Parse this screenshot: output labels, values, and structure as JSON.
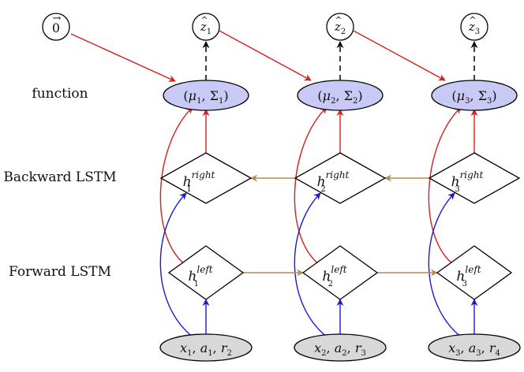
{
  "row_labels": {
    "function": "function",
    "backward": "Backward LSTM",
    "forward": "Forward LSTM"
  },
  "zero_vector": {
    "symbol": "0",
    "accent": "→"
  },
  "steps": [
    {
      "z_base": "z",
      "z_sub": "1",
      "mu_base": "μ",
      "mu_sub": "1",
      "sigma_base": "Σ",
      "sigma_sub": "1",
      "h_base": "h",
      "right_sup": "right",
      "right_sub": "1",
      "left_sup": "left",
      "left_sub": "1",
      "input_terms": [
        {
          "base": "x",
          "sub": "1"
        },
        {
          "base": "a",
          "sub": "1"
        },
        {
          "base": "r",
          "sub": "2"
        }
      ]
    },
    {
      "z_base": "z",
      "z_sub": "2",
      "mu_base": "μ",
      "mu_sub": "2",
      "sigma_base": "Σ",
      "sigma_sub": "2",
      "h_base": "h",
      "right_sup": "right",
      "right_sub": "2",
      "left_sup": "left",
      "left_sub": "2",
      "input_terms": [
        {
          "base": "x",
          "sub": "2"
        },
        {
          "base": "a",
          "sub": "2"
        },
        {
          "base": "r",
          "sub": "3"
        }
      ]
    },
    {
      "z_base": "z",
      "z_sub": "3",
      "mu_base": "μ",
      "mu_sub": "3",
      "sigma_base": "Σ",
      "sigma_sub": "3",
      "h_base": "h",
      "right_sup": "right",
      "right_sub": "3",
      "left_sup": "left",
      "left_sub": "3",
      "input_terms": [
        {
          "base": "x",
          "sub": "3"
        },
        {
          "base": "a",
          "sub": "3"
        },
        {
          "base": "r",
          "sub": "4"
        }
      ]
    }
  ],
  "colors": {
    "function_node_fill": "#c9c9f5",
    "input_node_fill": "#d8d8d8",
    "red_edge": "#d81e1e",
    "blue_edge": "#1a1ad6",
    "brown_edge": "#b58a5a",
    "stroke": "#000000"
  }
}
